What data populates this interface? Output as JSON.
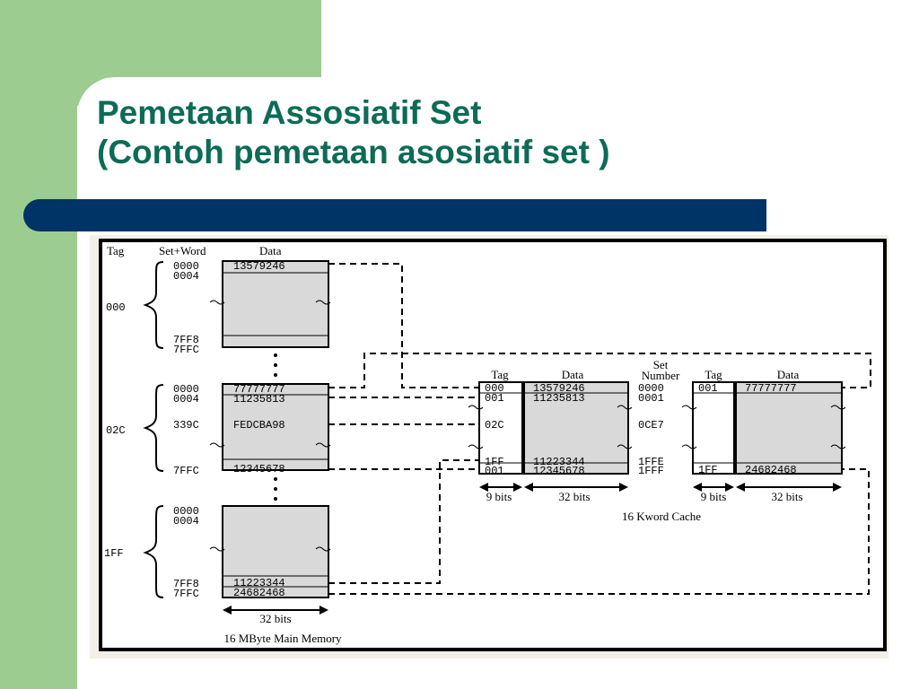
{
  "slide": {
    "title_line1": "Pemetaan Assosiatif Set",
    "title_line2": "(Contoh pemetaan asosiatif set )",
    "colors": {
      "title": "#0d6b56",
      "bar": "#003366",
      "side": "#9ccc8f",
      "box_fill": "#d9d9d9"
    }
  },
  "memory": {
    "headers": {
      "tag": "Tag",
      "set_word": "Set+Word",
      "data": "Data"
    },
    "groups": [
      {
        "tag": "000",
        "rows": [
          {
            "addr": "0000",
            "data": "13579246"
          },
          {
            "addr": "0004",
            "data": ""
          },
          {
            "addr": "7FF8",
            "data": ""
          },
          {
            "addr": "7FFC",
            "data": ""
          }
        ]
      },
      {
        "tag": "02C",
        "rows": [
          {
            "addr": "0000",
            "data": "77777777"
          },
          {
            "addr": "0004",
            "data": "11235813"
          },
          {
            "addr": "339C",
            "data": "FEDCBA98"
          },
          {
            "addr": "7FFC",
            "data": "12345678"
          }
        ]
      },
      {
        "tag": "1FF",
        "rows": [
          {
            "addr": "0000",
            "data": ""
          },
          {
            "addr": "0004",
            "data": ""
          },
          {
            "addr": "7FF8",
            "data": "11223344"
          },
          {
            "addr": "7FFC",
            "data": "24682468"
          }
        ]
      }
    ],
    "width_label": "32 bits",
    "caption": "16 MByte Main Memory"
  },
  "cache": {
    "headers": {
      "tag": "Tag",
      "data": "Data",
      "set_number_line1": "Set",
      "set_number_line2": "Number"
    },
    "left_way": [
      {
        "tag": "000",
        "data": "13579246"
      },
      {
        "tag": "001",
        "data": "11235813"
      },
      {
        "tag": "02C",
        "data": ""
      },
      {
        "tag": "1FF",
        "data": "11223344"
      },
      {
        "tag": "001",
        "data": "12345678"
      }
    ],
    "set_numbers": [
      "0000",
      "0001",
      "0CE7",
      "1FFE",
      "1FFF"
    ],
    "right_way": [
      {
        "tag": "001",
        "data": "77777777"
      },
      {
        "tag": "1FF",
        "data": "24682468"
      }
    ],
    "tag_width_label": "9 bits",
    "data_width_label": "32 bits",
    "caption": "16 Kword Cache"
  }
}
